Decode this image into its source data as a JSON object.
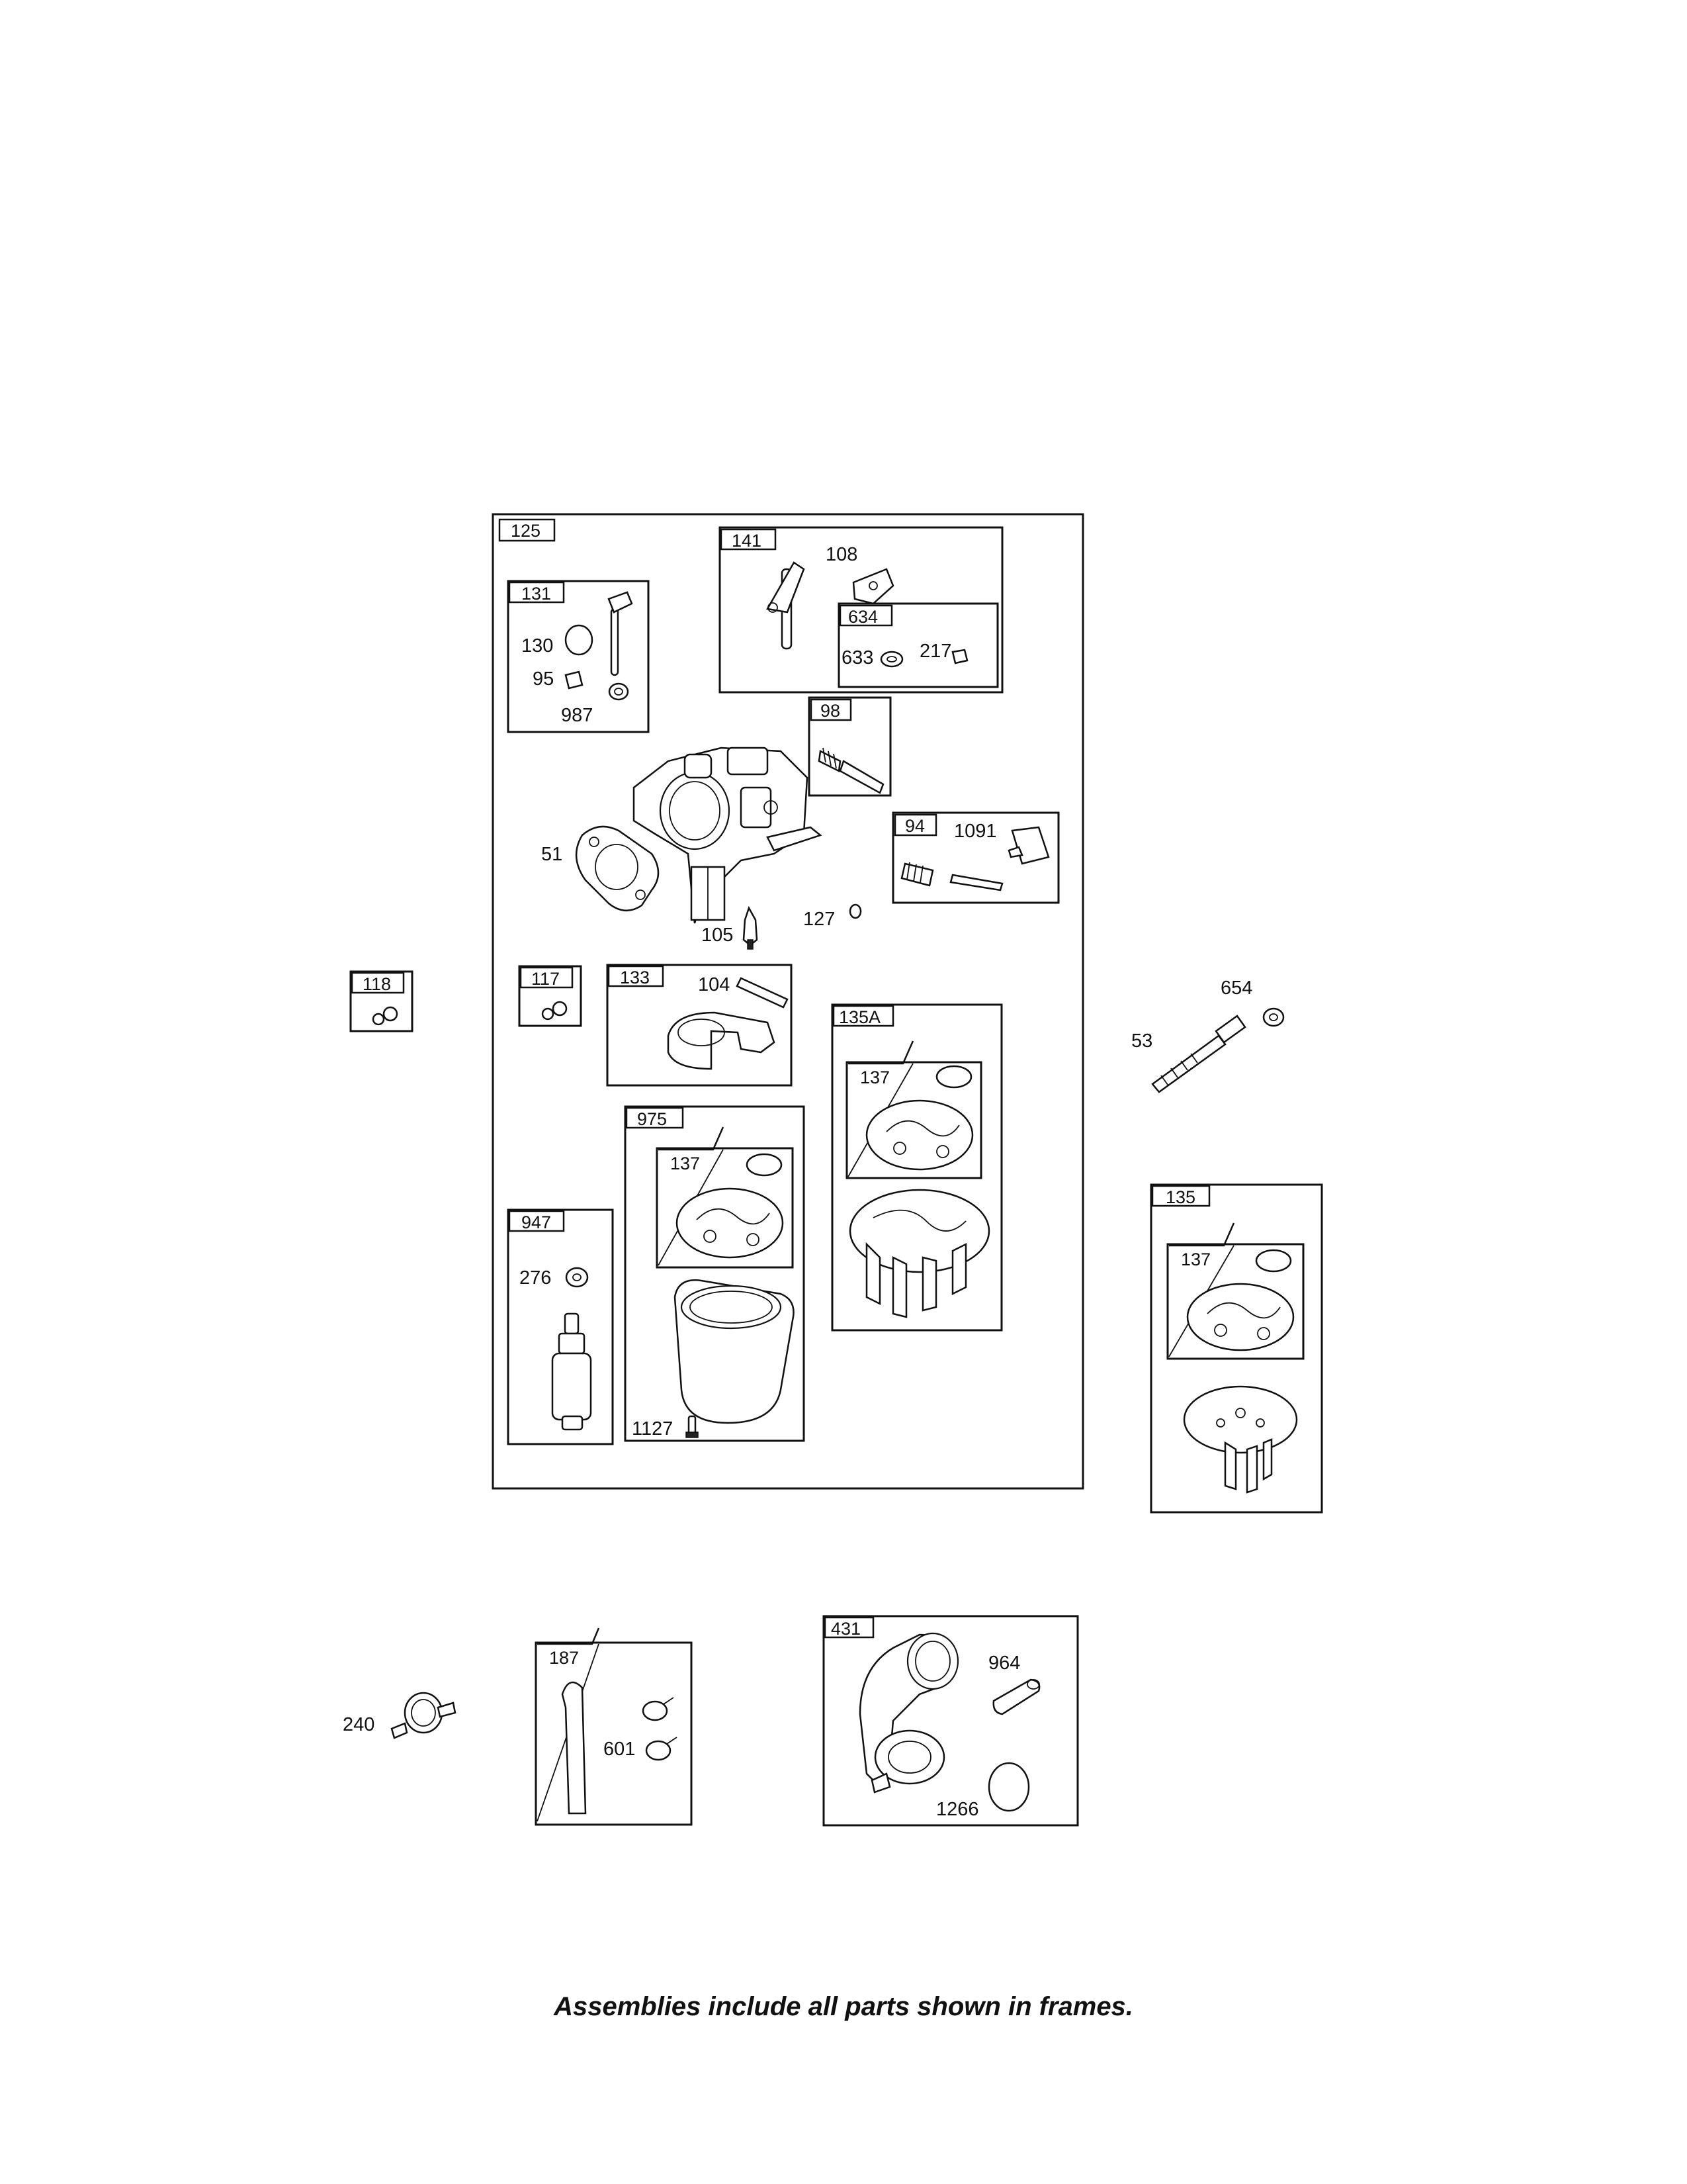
{
  "frames": {
    "f125": "125",
    "f141": "141",
    "f131": "131",
    "f634": "634",
    "f98": "98",
    "f94": "94",
    "f118": "118",
    "f117": "117",
    "f133": "133",
    "f135A": "135A",
    "f137a": "137",
    "f975": "975",
    "f137b": "137",
    "f947": "947",
    "f135": "135",
    "f137c": "137",
    "f187": "187",
    "f431": "431"
  },
  "parts": {
    "p108": "108",
    "p633": "633",
    "p217": "217",
    "p130": "130",
    "p95": "95",
    "p987": "987",
    "p51": "51",
    "p1091": "1091",
    "p105": "105",
    "p127": "127",
    "p104": "104",
    "p654": "654",
    "p53": "53",
    "p276": "276",
    "p1127": "1127",
    "p240": "240",
    "p601": "601",
    "p964": "964",
    "p1266": "1266"
  },
  "caption": "Assemblies include all parts shown in frames."
}
